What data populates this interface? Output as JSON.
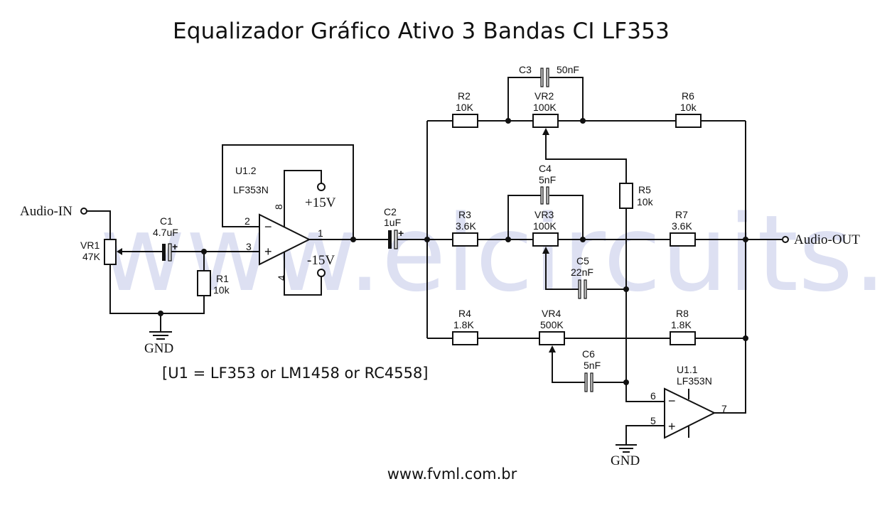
{
  "title": "Equalizador Gráfico Ativo 3 Bandas CI LF353",
  "note": "[U1 = LF353 or LM1458 or RC4558]",
  "footer": "www.fvml.com.br",
  "watermark": "www.elcircuits.com",
  "colors": {
    "wire": "#111111",
    "watermark": "#dde0f2",
    "background": "#ffffff"
  },
  "terminals": {
    "input": "Audio-IN",
    "output": "Audio-OUT",
    "vplus": "+15V",
    "vminus": "-15V",
    "gnd1": "GND",
    "gnd2": "GND"
  },
  "components": {
    "VR1": {
      "ref": "VR1",
      "value": "47K"
    },
    "C1": {
      "ref": "C1",
      "value": "4.7uF"
    },
    "R1": {
      "ref": "R1",
      "value": "10k"
    },
    "C2": {
      "ref": "C2",
      "value": "1uF"
    },
    "R2": {
      "ref": "R2",
      "value": "10K"
    },
    "R3": {
      "ref": "R3",
      "value": "3.6K"
    },
    "R4": {
      "ref": "R4",
      "value": "1.8K"
    },
    "R5": {
      "ref": "R5",
      "value": "10k"
    },
    "R6": {
      "ref": "R6",
      "value": "10k"
    },
    "R7": {
      "ref": "R7",
      "value": "3.6K"
    },
    "R8": {
      "ref": "R8",
      "value": "1.8K"
    },
    "VR2": {
      "ref": "VR2",
      "value": "100K"
    },
    "VR3": {
      "ref": "VR3",
      "value": "100K"
    },
    "VR4": {
      "ref": "VR4",
      "value": "500K"
    },
    "C3": {
      "ref": "C3",
      "value": "50nF"
    },
    "C4": {
      "ref": "C4",
      "value": "5nF"
    },
    "C5": {
      "ref": "C5",
      "value": "22nF"
    },
    "C6": {
      "ref": "C6",
      "value": "5nF"
    },
    "U12": {
      "ref": "U1.2",
      "value": "LF353N",
      "pins": {
        "inv": "2",
        "noninv": "3",
        "out": "1",
        "vplus": "8",
        "vminus": "4"
      },
      "inv_sign": "−",
      "noninv_sign": "+"
    },
    "U11": {
      "ref": "U1.1",
      "value": "LF353N",
      "pins": {
        "inv": "6",
        "noninv": "5",
        "out": "7"
      },
      "inv_sign": "−",
      "noninv_sign": "+"
    }
  },
  "polarity_mark": "+"
}
